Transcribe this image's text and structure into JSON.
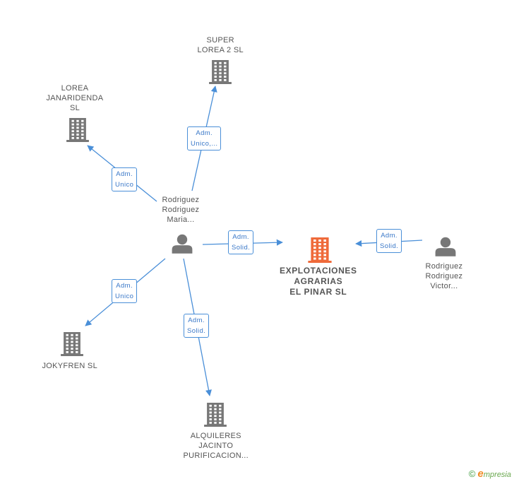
{
  "colors": {
    "edge": "#4a8fd8",
    "company": "#777777",
    "main_company": "#ef6a3a",
    "person": "#777777"
  },
  "nodes": [
    {
      "id": "super",
      "kind": "company",
      "icon": "building-icon",
      "lines": [
        "SUPER",
        "LOREA 2 SL"
      ]
    },
    {
      "id": "lorea",
      "kind": "company",
      "icon": "building-icon",
      "lines": [
        "LOREA",
        "JANARIDENDA",
        "SL"
      ]
    },
    {
      "id": "rodmaria",
      "kind": "person",
      "icon": "person-icon",
      "lines": [
        "Rodriguez",
        "Rodriguez",
        "Maria..."
      ]
    },
    {
      "id": "explot",
      "kind": "main",
      "icon": "building-icon",
      "lines": [
        "EXPLOTACIONES",
        "AGRARIAS",
        "EL PINAR SL"
      ]
    },
    {
      "id": "rodvictor",
      "kind": "person",
      "icon": "person-icon",
      "lines": [
        "Rodriguez",
        "Rodriguez",
        "Victor..."
      ]
    },
    {
      "id": "jokyfren",
      "kind": "company",
      "icon": "building-icon",
      "lines": [
        "JOKYFREN SL"
      ]
    },
    {
      "id": "alquileres",
      "kind": "company",
      "icon": "building-icon",
      "lines": [
        "ALQUILERES",
        "JACINTO",
        "PURIFICACION..."
      ]
    }
  ],
  "edges": [
    {
      "from": "rodmaria",
      "to": "super",
      "lines": [
        "Adm.",
        "Unico,..."
      ]
    },
    {
      "from": "rodmaria",
      "to": "lorea",
      "lines": [
        "Adm.",
        "Unico"
      ]
    },
    {
      "from": "rodmaria",
      "to": "explot",
      "lines": [
        "Adm.",
        "Solid."
      ]
    },
    {
      "from": "rodvictor",
      "to": "explot",
      "lines": [
        "Adm.",
        "Solid."
      ]
    },
    {
      "from": "rodmaria",
      "to": "jokyfren",
      "lines": [
        "Adm.",
        "Unico"
      ]
    },
    {
      "from": "rodmaria",
      "to": "alquileres",
      "lines": [
        "Adm.",
        "Solid."
      ]
    }
  ],
  "footer": {
    "copyright": "©",
    "brand_initial": "e",
    "brand_rest": "mpresia"
  }
}
